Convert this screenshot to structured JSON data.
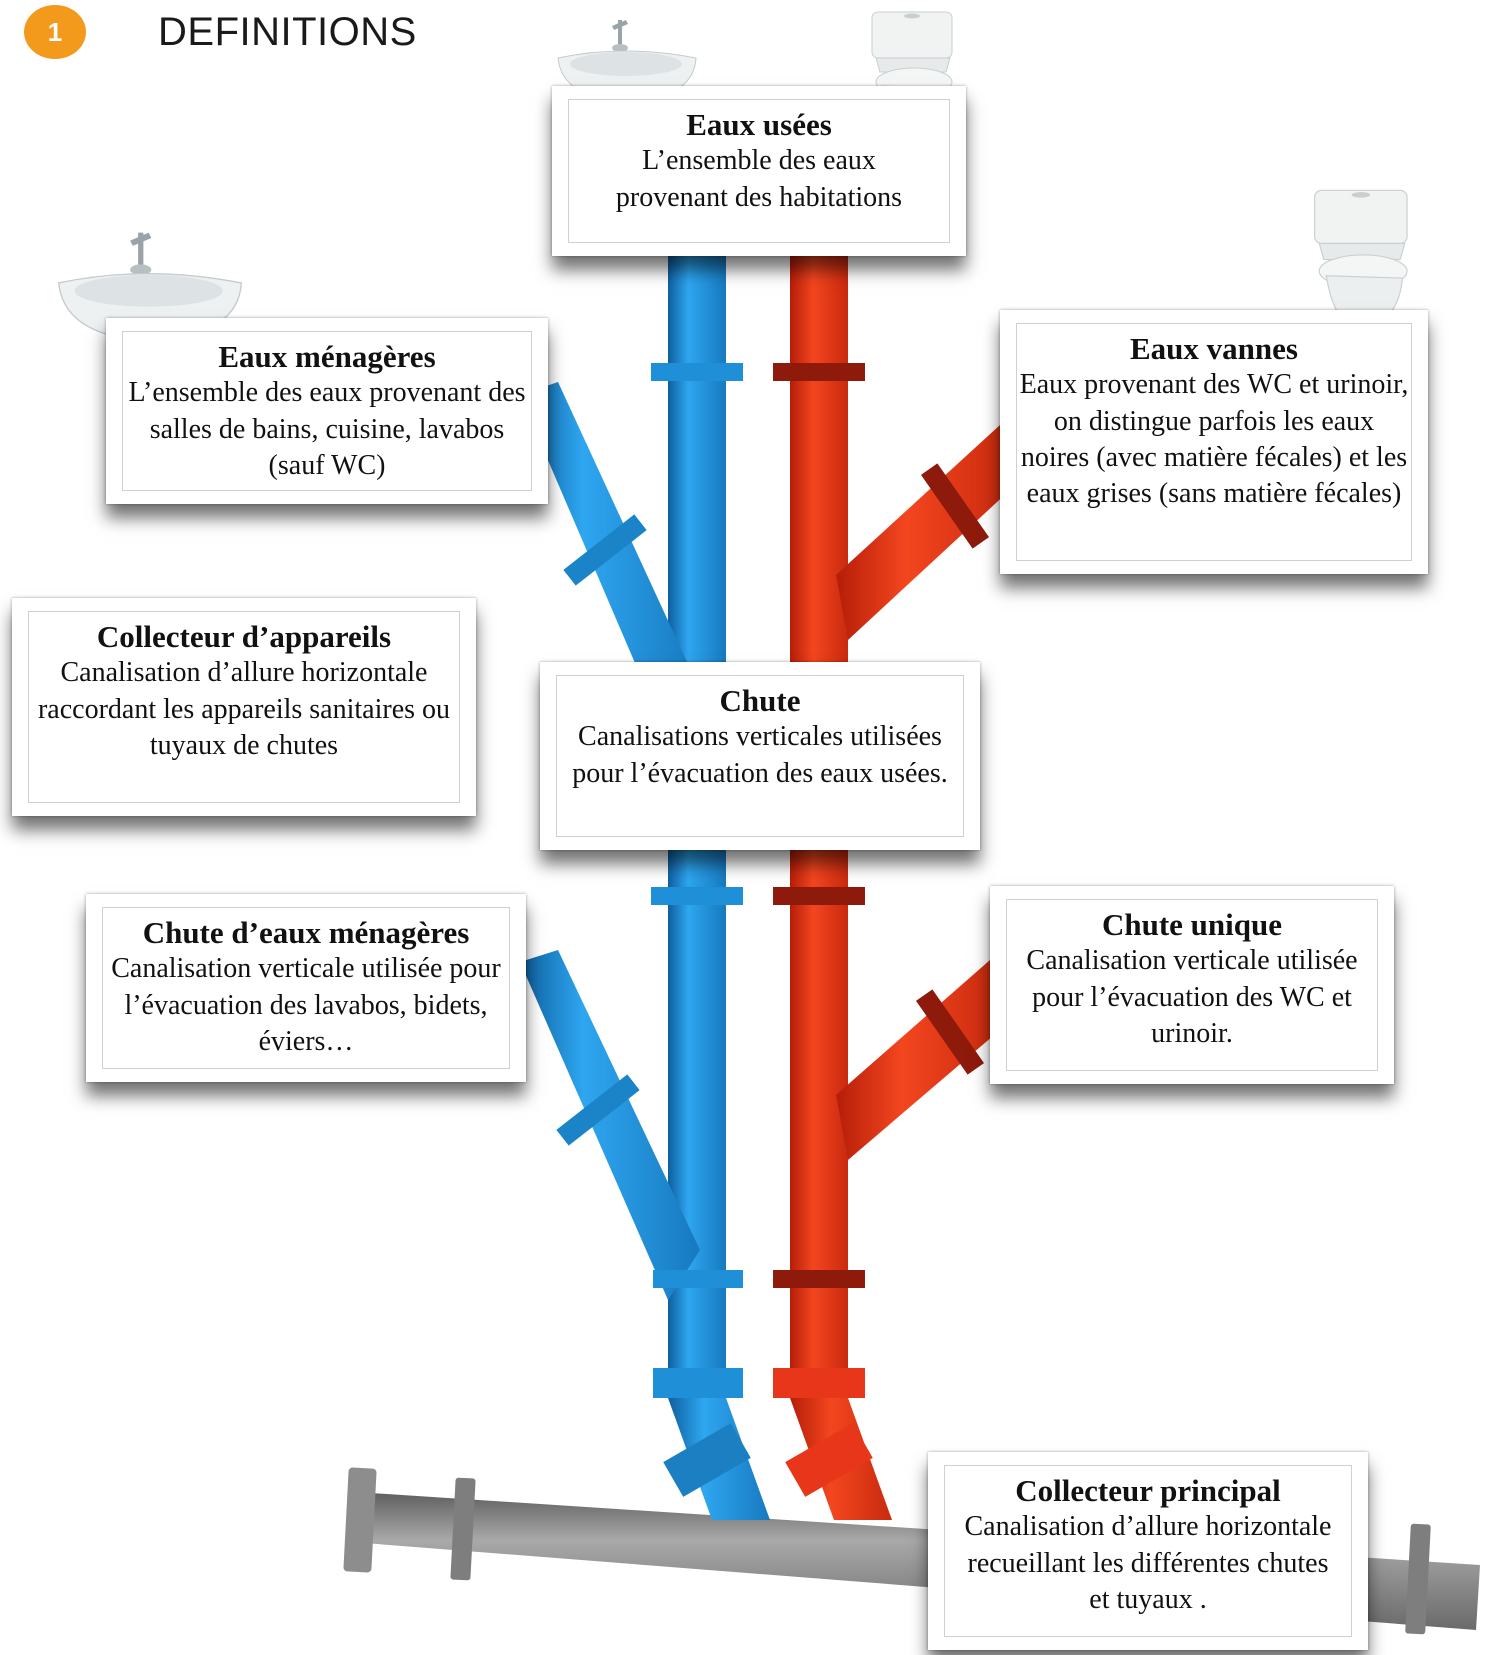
{
  "header": {
    "badge": "1",
    "title": "DEFINITIONS"
  },
  "colors": {
    "blue_pipe": "#1f8fd8",
    "red_pipe": "#e8361a",
    "grey_pipe": "#8a8a8a",
    "badge": "#f39a1d"
  },
  "icons": [
    "sink-icon",
    "toilet-icon"
  ],
  "cards": {
    "eaux_usees": {
      "title": "Eaux usées",
      "text": "L’ensemble des eaux provenant des habitations"
    },
    "eaux_menageres": {
      "title": "Eaux ménagères",
      "text": "L’ensemble des eaux provenant des salles de bains, cuisine, lavabos  (sauf WC)"
    },
    "eaux_vannes": {
      "title": "Eaux vannes",
      "text": "Eaux provenant des WC et urinoir, on distingue parfois les eaux noires (avec matière fécales) et les eaux grises (sans matière fécales)"
    },
    "collecteur_appareils": {
      "title": "Collecteur d’appareils",
      "text": "Canalisation d’allure horizontale raccordant les appareils sanitaires ou tuyaux de chutes"
    },
    "chute": {
      "title": "Chute",
      "text": "Canalisations verticales utilisées pour l’évacuation des eaux usées."
    },
    "chute_eaux_menageres": {
      "title": "Chute d’eaux ménagères",
      "text": "Canalisation verticale utilisée pour l’évacuation des lavabos, bidets, éviers…"
    },
    "chute_unique": {
      "title": "Chute unique",
      "text": "Canalisation verticale utilisée pour l’évacuation des WC et urinoir."
    },
    "collecteur_principal": {
      "title": "Collecteur principal",
      "text": "Canalisation d’allure horizontale recueillant les différentes chutes et tuyaux ."
    }
  }
}
